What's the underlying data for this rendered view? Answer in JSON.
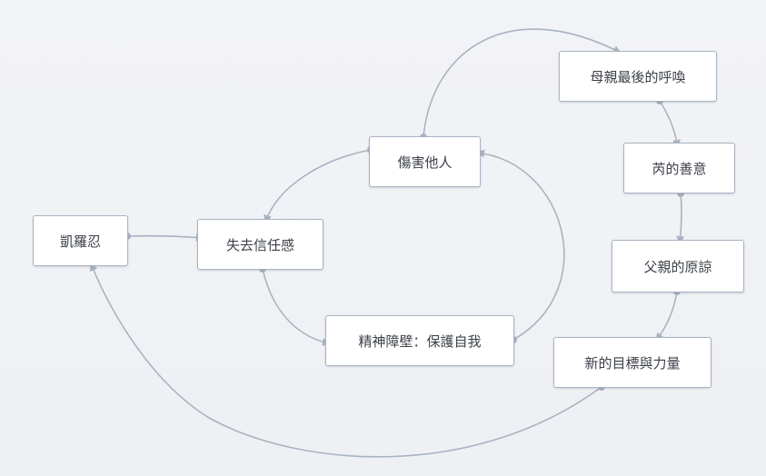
{
  "nodes": {
    "kelrenn": "凱羅忍",
    "loss_of_trust": "失去信任感",
    "hurting_others": "傷害他人",
    "mental_barrier": "精神障壁：保護自我",
    "mothers_call": "母親最後的呼喚",
    "reys_kindness": "芮的善意",
    "fathers_forgiveness": "父親的原諒",
    "new_goal_and_strength": "新的目標與力量"
  },
  "edges": [
    {
      "from": "kelrenn",
      "to": "loss_of_trust"
    },
    {
      "from": "loss_of_trust",
      "to": "mental_barrier"
    },
    {
      "from": "mental_barrier",
      "to": "hurting_others"
    },
    {
      "from": "hurting_others",
      "to": "loss_of_trust"
    },
    {
      "from": "hurting_others",
      "to": "mothers_call"
    },
    {
      "from": "mothers_call",
      "to": "reys_kindness"
    },
    {
      "from": "reys_kindness",
      "to": "fathers_forgiveness"
    },
    {
      "from": "fathers_forgiveness",
      "to": "new_goal_and_strength"
    },
    {
      "from": "new_goal_and_strength",
      "to": "kelrenn"
    }
  ],
  "colors": {
    "node_border": "#a9b3c1",
    "edge": "#a9b3c1",
    "node_text": "#3c4048",
    "background": "#f0f1f5"
  }
}
